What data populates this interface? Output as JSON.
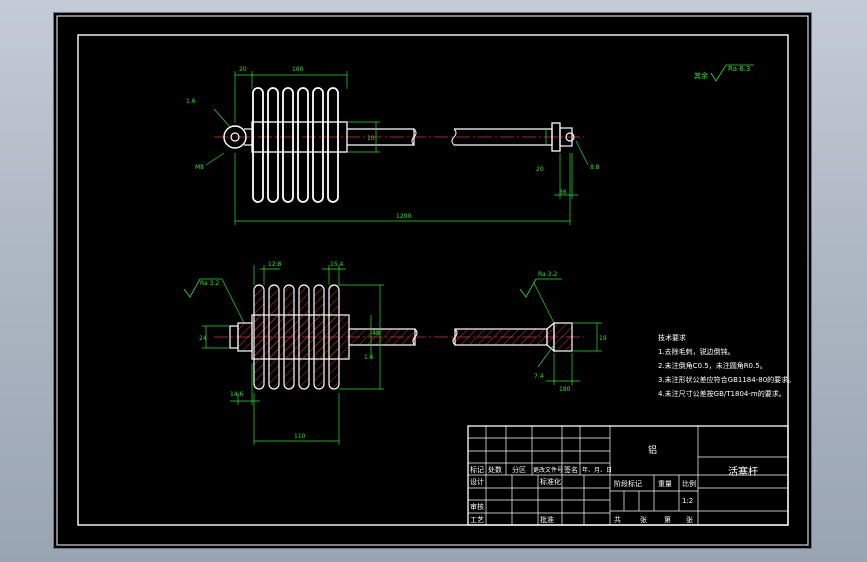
{
  "drawing": {
    "overall_roughness": {
      "prefix": "其余",
      "value": "Ra 6.3"
    },
    "roughness_marks": [
      "Ra 3.2",
      "Ra 3.2"
    ],
    "dims_top": {
      "d1": "20",
      "d2": "160",
      "d3": "1.6",
      "d4": "M8",
      "d5": "10",
      "d6": "20",
      "d7": "8.8",
      "d8": "36",
      "d9": "1200"
    },
    "dims_bottom": {
      "d1": "12.8",
      "d2": "15.4",
      "d3": "48",
      "d4": "1.6",
      "d5": "14.6",
      "d6": "110",
      "d7": "24",
      "d8": "19",
      "d9": "7.4",
      "d10": "180"
    },
    "tech_requirements": {
      "title": "技术要求",
      "items": [
        "1.去除毛刺，锐边倒钝。",
        "2.未注倒角C0.5，未注圆角R0.5。",
        "3.未注形状公差应符合GB1184-80的要求。",
        "4.未注尺寸公差按GB/T1804-m的要求。"
      ]
    }
  },
  "title_block": {
    "material": "铝",
    "part_name": "活塞杆",
    "mark_row": [
      "标记",
      "处数",
      "分区",
      "更改文件号",
      "签名",
      "年、月、日"
    ],
    "designer": "设计",
    "standardization": "标准化",
    "stage_mark": "阶段标记",
    "weight": "重量",
    "scale_label": "比例",
    "scale_value": "1:2",
    "checker": "审核",
    "process": "工艺",
    "approve": "批准",
    "sheets": [
      "共",
      "张",
      "第",
      "张"
    ]
  }
}
